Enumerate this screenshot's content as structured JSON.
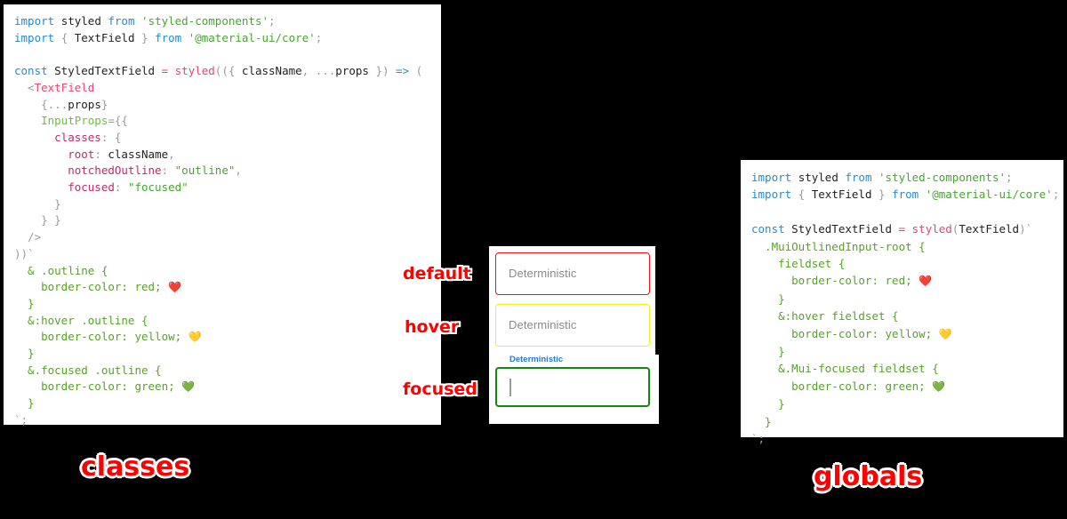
{
  "background_color": "#000000",
  "accent_label_color": "#ff0000",
  "panels": {
    "classes": {
      "caption": "classes",
      "code_lines": [
        [
          {
            "t": "import ",
            "c": "kw"
          },
          {
            "t": "styled ",
            "c": "plain"
          },
          {
            "t": "from ",
            "c": "kw"
          },
          {
            "t": "'styled-components'",
            "c": "str"
          },
          {
            "t": ";",
            "c": "punct"
          }
        ],
        [
          {
            "t": "import ",
            "c": "kw"
          },
          {
            "t": "{ ",
            "c": "punct"
          },
          {
            "t": "TextField",
            "c": "plain"
          },
          {
            "t": " } ",
            "c": "punct"
          },
          {
            "t": "from ",
            "c": "kw"
          },
          {
            "t": "'@material-ui/core'",
            "c": "str"
          },
          {
            "t": ";",
            "c": "punct"
          }
        ],
        [
          {
            "t": "",
            "c": "plain"
          }
        ],
        [
          {
            "t": "const ",
            "c": "kw"
          },
          {
            "t": "StyledTextField ",
            "c": "plain"
          },
          {
            "t": "= ",
            "c": "fn"
          },
          {
            "t": "styled",
            "c": "fn"
          },
          {
            "t": "((",
            "c": "punct"
          },
          {
            "t": "{ ",
            "c": "punct"
          },
          {
            "t": "className",
            "c": "plain"
          },
          {
            "t": ", ",
            "c": "punct"
          },
          {
            "t": "...",
            "c": "punct"
          },
          {
            "t": "props",
            "c": "plain"
          },
          {
            "t": " }) ",
            "c": "punct"
          },
          {
            "t": "=> ",
            "c": "arrow"
          },
          {
            "t": "(",
            "c": "punct"
          }
        ],
        [
          {
            "t": "  <",
            "c": "punct"
          },
          {
            "t": "TextField",
            "c": "tag"
          }
        ],
        [
          {
            "t": "    {",
            "c": "punct"
          },
          {
            "t": "...",
            "c": "punct"
          },
          {
            "t": "props",
            "c": "plain"
          },
          {
            "t": "}",
            "c": "punct"
          }
        ],
        [
          {
            "t": "    InputProps",
            "c": "attr"
          },
          {
            "t": "={{",
            "c": "punct"
          }
        ],
        [
          {
            "t": "      classes",
            "c": "prop"
          },
          {
            "t": ": {",
            "c": "punct"
          }
        ],
        [
          {
            "t": "        root",
            "c": "prop"
          },
          {
            "t": ": ",
            "c": "punct"
          },
          {
            "t": "className",
            "c": "plain"
          },
          {
            "t": ",",
            "c": "punct"
          }
        ],
        [
          {
            "t": "        notchedOutline",
            "c": "prop"
          },
          {
            "t": ": ",
            "c": "punct"
          },
          {
            "t": "\"outline\"",
            "c": "str"
          },
          {
            "t": ",",
            "c": "punct"
          }
        ],
        [
          {
            "t": "        focused",
            "c": "prop"
          },
          {
            "t": ": ",
            "c": "punct"
          },
          {
            "t": "\"focused\"",
            "c": "str"
          }
        ],
        [
          {
            "t": "      }",
            "c": "punct"
          }
        ],
        [
          {
            "t": "    } }",
            "c": "punct"
          }
        ],
        [
          {
            "t": "  />",
            "c": "punct"
          }
        ],
        [
          {
            "t": "))`",
            "c": "punct"
          }
        ],
        [
          {
            "t": "  & .outline {",
            "c": "css"
          }
        ],
        [
          {
            "t": "    border-color: red; ",
            "c": "css"
          },
          {
            "t": "❤️",
            "c": "emoji"
          }
        ],
        [
          {
            "t": "  }",
            "c": "css"
          }
        ],
        [
          {
            "t": "  &:hover .outline {",
            "c": "css"
          }
        ],
        [
          {
            "t": "    border-color: yellow; ",
            "c": "css"
          },
          {
            "t": "💛",
            "c": "emoji"
          }
        ],
        [
          {
            "t": "  }",
            "c": "css"
          }
        ],
        [
          {
            "t": "  &.focused .outline {",
            "c": "css"
          }
        ],
        [
          {
            "t": "    border-color: green; ",
            "c": "css"
          },
          {
            "t": "💚",
            "c": "emoji"
          }
        ],
        [
          {
            "t": "  }",
            "c": "css"
          }
        ],
        [
          {
            "t": "`;",
            "c": "punct"
          }
        ]
      ]
    },
    "globals": {
      "caption": "globals",
      "code_lines": [
        [
          {
            "t": "import ",
            "c": "kw"
          },
          {
            "t": "styled ",
            "c": "plain"
          },
          {
            "t": "from ",
            "c": "kw"
          },
          {
            "t": "'styled-components'",
            "c": "str"
          },
          {
            "t": ";",
            "c": "punct"
          }
        ],
        [
          {
            "t": "import ",
            "c": "kw"
          },
          {
            "t": "{ ",
            "c": "punct"
          },
          {
            "t": "TextField",
            "c": "plain"
          },
          {
            "t": " } ",
            "c": "punct"
          },
          {
            "t": "from ",
            "c": "kw"
          },
          {
            "t": "'@material-ui/core'",
            "c": "str"
          },
          {
            "t": ";",
            "c": "punct"
          }
        ],
        [
          {
            "t": "",
            "c": "plain"
          }
        ],
        [
          {
            "t": "const ",
            "c": "kw"
          },
          {
            "t": "StyledTextField ",
            "c": "plain"
          },
          {
            "t": "= ",
            "c": "fn"
          },
          {
            "t": "styled",
            "c": "fn"
          },
          {
            "t": "(",
            "c": "punct"
          },
          {
            "t": "TextField",
            "c": "plain"
          },
          {
            "t": ")`",
            "c": "punct"
          }
        ],
        [
          {
            "t": "  .MuiOutlinedInput-root {",
            "c": "css"
          }
        ],
        [
          {
            "t": "    fieldset {",
            "c": "css"
          }
        ],
        [
          {
            "t": "      border-color: red; ",
            "c": "css"
          },
          {
            "t": "❤️",
            "c": "emoji"
          }
        ],
        [
          {
            "t": "    }",
            "c": "css"
          }
        ],
        [
          {
            "t": "    &:hover fieldset {",
            "c": "css"
          }
        ],
        [
          {
            "t": "      border-color: yellow; ",
            "c": "css"
          },
          {
            "t": "💛",
            "c": "emoji"
          }
        ],
        [
          {
            "t": "    }",
            "c": "css"
          }
        ],
        [
          {
            "t": "    &.Mui-focused fieldset {",
            "c": "css"
          }
        ],
        [
          {
            "t": "      border-color: green; ",
            "c": "css"
          },
          {
            "t": "💚",
            "c": "emoji"
          }
        ],
        [
          {
            "t": "    }",
            "c": "css"
          }
        ],
        [
          {
            "t": "  }",
            "c": "css"
          }
        ],
        [
          {
            "t": "`;",
            "c": "punct"
          }
        ]
      ]
    }
  },
  "demo": {
    "states": [
      {
        "label": "default",
        "field_label": "Deterministic",
        "border_color": "#ff0f0f"
      },
      {
        "label": "hover",
        "field_label": "Deterministic",
        "border_color": "#f2ef22"
      },
      {
        "label": "focused",
        "field_label": "Deterministic",
        "border_color": "#12860f",
        "notch_label_color": "#2979d8",
        "has_caret": true
      }
    ]
  }
}
